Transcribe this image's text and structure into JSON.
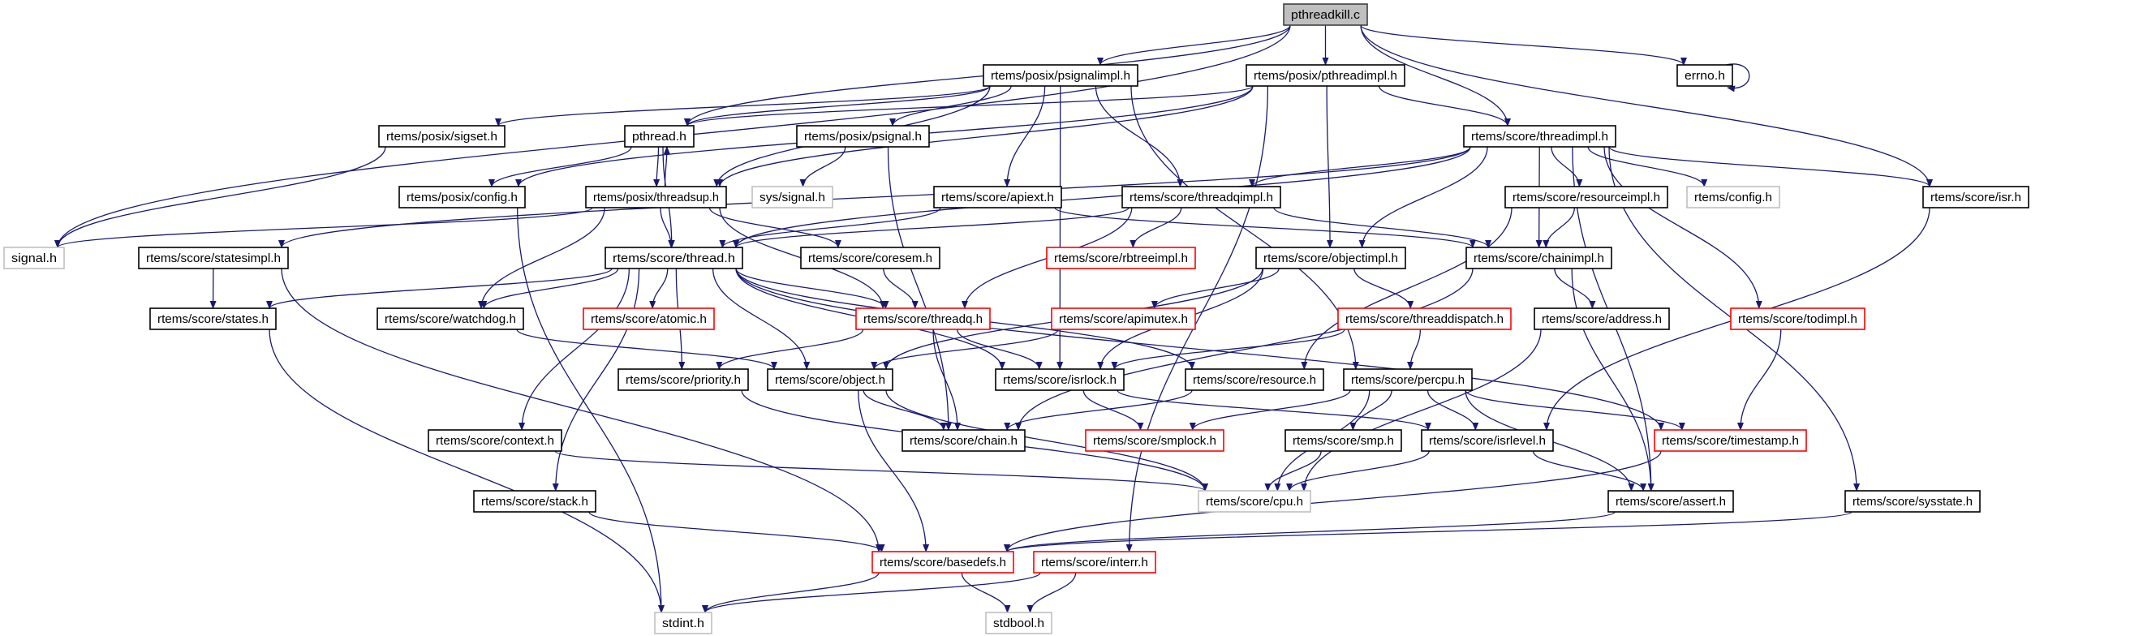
{
  "graph": {
    "edge_color": "#191970",
    "node_styles": {
      "root": {
        "fill": "#bfbfbf",
        "stroke": "#404040"
      },
      "normal": {
        "fill": "#ffffff",
        "stroke": "#000000"
      },
      "red": {
        "fill": "#ffffff",
        "stroke": "#ff0000"
      },
      "gray": {
        "fill": "#ffffff",
        "stroke": "#bfbfbf"
      }
    },
    "nodes": [
      {
        "id": "pthreadkill",
        "label": "pthreadkill.c",
        "style": "root"
      },
      {
        "id": "psignalimpl",
        "label": "rtems/posix/psignalimpl.h",
        "style": "normal"
      },
      {
        "id": "pthreadimpl",
        "label": "rtems/posix/pthreadimpl.h",
        "style": "normal"
      },
      {
        "id": "errno",
        "label": "errno.h",
        "style": "normal"
      },
      {
        "id": "sigset",
        "label": "rtems/posix/sigset.h",
        "style": "normal"
      },
      {
        "id": "pthread",
        "label": "pthread.h",
        "style": "normal"
      },
      {
        "id": "psignal",
        "label": "rtems/posix/psignal.h",
        "style": "normal"
      },
      {
        "id": "threadimpl",
        "label": "rtems/score/threadimpl.h",
        "style": "normal"
      },
      {
        "id": "pconfig",
        "label": "rtems/posix/config.h",
        "style": "normal"
      },
      {
        "id": "threadsup",
        "label": "rtems/posix/threadsup.h",
        "style": "normal"
      },
      {
        "id": "syssignal",
        "label": "sys/signal.h",
        "style": "gray"
      },
      {
        "id": "apiext",
        "label": "rtems/score/apiext.h",
        "style": "normal"
      },
      {
        "id": "threadqimpl",
        "label": "rtems/score/threadqimpl.h",
        "style": "normal"
      },
      {
        "id": "resourceimpl",
        "label": "rtems/score/resourceimpl.h",
        "style": "normal"
      },
      {
        "id": "rconfig",
        "label": "rtems/config.h",
        "style": "gray"
      },
      {
        "id": "isr",
        "label": "rtems/score/isr.h",
        "style": "normal"
      },
      {
        "id": "signal",
        "label": "signal.h",
        "style": "gray"
      },
      {
        "id": "statesimpl",
        "label": "rtems/score/statesimpl.h",
        "style": "normal"
      },
      {
        "id": "thread",
        "label": "rtems/score/thread.h",
        "style": "normal"
      },
      {
        "id": "coresem",
        "label": "rtems/score/coresem.h",
        "style": "normal"
      },
      {
        "id": "rbtreeimpl",
        "label": "rtems/score/rbtreeimpl.h",
        "style": "red"
      },
      {
        "id": "objectimpl",
        "label": "rtems/score/objectimpl.h",
        "style": "normal"
      },
      {
        "id": "chainimpl",
        "label": "rtems/score/chainimpl.h",
        "style": "normal"
      },
      {
        "id": "states",
        "label": "rtems/score/states.h",
        "style": "normal"
      },
      {
        "id": "watchdog",
        "label": "rtems/score/watchdog.h",
        "style": "normal"
      },
      {
        "id": "atomic",
        "label": "rtems/score/atomic.h",
        "style": "red"
      },
      {
        "id": "threadq",
        "label": "rtems/score/threadq.h",
        "style": "red"
      },
      {
        "id": "apimutex",
        "label": "rtems/score/apimutex.h",
        "style": "red"
      },
      {
        "id": "threaddispatch",
        "label": "rtems/score/threaddispatch.h",
        "style": "red"
      },
      {
        "id": "address",
        "label": "rtems/score/address.h",
        "style": "normal"
      },
      {
        "id": "todimpl",
        "label": "rtems/score/todimpl.h",
        "style": "red"
      },
      {
        "id": "priority",
        "label": "rtems/score/priority.h",
        "style": "normal"
      },
      {
        "id": "object",
        "label": "rtems/score/object.h",
        "style": "normal"
      },
      {
        "id": "isrlock",
        "label": "rtems/score/isrlock.h",
        "style": "normal"
      },
      {
        "id": "resource",
        "label": "rtems/score/resource.h",
        "style": "normal"
      },
      {
        "id": "percpu",
        "label": "rtems/score/percpu.h",
        "style": "normal"
      },
      {
        "id": "context",
        "label": "rtems/score/context.h",
        "style": "normal"
      },
      {
        "id": "chain",
        "label": "rtems/score/chain.h",
        "style": "normal"
      },
      {
        "id": "smplock",
        "label": "rtems/score/smplock.h",
        "style": "red"
      },
      {
        "id": "smp",
        "label": "rtems/score/smp.h",
        "style": "normal"
      },
      {
        "id": "isrlevel",
        "label": "rtems/score/isrlevel.h",
        "style": "normal"
      },
      {
        "id": "timestamp",
        "label": "rtems/score/timestamp.h",
        "style": "red"
      },
      {
        "id": "stack",
        "label": "rtems/score/stack.h",
        "style": "normal"
      },
      {
        "id": "cpu",
        "label": "rtems/score/cpu.h",
        "style": "gray"
      },
      {
        "id": "assert",
        "label": "rtems/score/assert.h",
        "style": "normal"
      },
      {
        "id": "sysstate",
        "label": "rtems/score/sysstate.h",
        "style": "normal"
      },
      {
        "id": "basedefs",
        "label": "rtems/score/basedefs.h",
        "style": "red"
      },
      {
        "id": "interr",
        "label": "rtems/score/interr.h",
        "style": "red"
      },
      {
        "id": "stdint",
        "label": "stdint.h",
        "style": "gray"
      },
      {
        "id": "stdbool",
        "label": "stdbool.h",
        "style": "gray"
      }
    ],
    "edges": [
      [
        "pthreadkill",
        "signal"
      ],
      [
        "pthreadkill",
        "pthread"
      ],
      [
        "pthreadkill",
        "psignalimpl"
      ],
      [
        "pthreadkill",
        "pthreadimpl"
      ],
      [
        "pthreadkill",
        "errno"
      ],
      [
        "pthreadkill",
        "threadimpl"
      ],
      [
        "pthreadkill",
        "isr"
      ],
      [
        "psignalimpl",
        "sigset"
      ],
      [
        "psignalimpl",
        "pthread"
      ],
      [
        "psignalimpl",
        "psignal"
      ],
      [
        "psignalimpl",
        "apiext"
      ],
      [
        "psignalimpl",
        "threadqimpl"
      ],
      [
        "psignalimpl",
        "threadsup"
      ],
      [
        "psignalimpl",
        "isrlock"
      ],
      [
        "psignalimpl",
        "percpu"
      ],
      [
        "pthreadimpl",
        "pthread"
      ],
      [
        "pthreadimpl",
        "pconfig"
      ],
      [
        "pthreadimpl",
        "threadsup"
      ],
      [
        "pthreadimpl",
        "objectimpl"
      ],
      [
        "pthreadimpl",
        "threadimpl"
      ],
      [
        "pthreadimpl",
        "interr"
      ],
      [
        "errno",
        "errno"
      ],
      [
        "sigset",
        "signal"
      ],
      [
        "pthread",
        "pconfig"
      ],
      [
        "pthread",
        "threadsup"
      ],
      [
        "pthread",
        "thread"
      ],
      [
        "threadsup",
        "pthread"
      ],
      [
        "threadsup",
        "signal"
      ],
      [
        "threadsup",
        "thread"
      ],
      [
        "threadsup",
        "threadq"
      ],
      [
        "threadsup",
        "watchdog"
      ],
      [
        "threadsup",
        "coresem"
      ],
      [
        "pconfig",
        "stdint"
      ],
      [
        "psignal",
        "syssignal"
      ],
      [
        "psignal",
        "chain"
      ],
      [
        "threadimpl",
        "statesimpl"
      ],
      [
        "threadimpl",
        "thread"
      ],
      [
        "threadimpl",
        "threadqimpl"
      ],
      [
        "threadimpl",
        "objectimpl"
      ],
      [
        "threadimpl",
        "chainimpl"
      ],
      [
        "threadimpl",
        "resourceimpl"
      ],
      [
        "threadimpl",
        "rconfig"
      ],
      [
        "threadimpl",
        "isr"
      ],
      [
        "threadimpl",
        "todimpl"
      ],
      [
        "threadimpl",
        "assert"
      ],
      [
        "threadimpl",
        "sysstate"
      ],
      [
        "apiext",
        "thread"
      ],
      [
        "apiext",
        "chainimpl"
      ],
      [
        "threadqimpl",
        "thread"
      ],
      [
        "threadqimpl",
        "threadq"
      ],
      [
        "threadqimpl",
        "rbtreeimpl"
      ],
      [
        "threadqimpl",
        "chainimpl"
      ],
      [
        "resourceimpl",
        "chainimpl"
      ],
      [
        "resourceimpl",
        "resource"
      ],
      [
        "isr",
        "isrlevel"
      ],
      [
        "statesimpl",
        "states"
      ],
      [
        "statesimpl",
        "basedefs"
      ],
      [
        "thread",
        "states"
      ],
      [
        "thread",
        "watchdog"
      ],
      [
        "thread",
        "atomic"
      ],
      [
        "thread",
        "threadq"
      ],
      [
        "thread",
        "priority"
      ],
      [
        "thread",
        "object"
      ],
      [
        "thread",
        "isrlock"
      ],
      [
        "thread",
        "resource"
      ],
      [
        "thread",
        "context"
      ],
      [
        "thread",
        "stack"
      ],
      [
        "thread",
        "timestamp"
      ],
      [
        "coresem",
        "threadq"
      ],
      [
        "objectimpl",
        "apimutex"
      ],
      [
        "objectimpl",
        "threaddispatch"
      ],
      [
        "objectimpl",
        "object"
      ],
      [
        "objectimpl",
        "isrlock"
      ],
      [
        "chainimpl",
        "chain"
      ],
      [
        "chainimpl",
        "address"
      ],
      [
        "chainimpl",
        "assert"
      ],
      [
        "states",
        "stdint"
      ],
      [
        "watchdog",
        "object"
      ],
      [
        "threadq",
        "priority"
      ],
      [
        "threadq",
        "chain"
      ],
      [
        "threadq",
        "isrlock"
      ],
      [
        "apimutex",
        "object"
      ],
      [
        "threaddispatch",
        "percpu"
      ],
      [
        "threaddispatch",
        "isrlock"
      ],
      [
        "address",
        "cpu"
      ],
      [
        "todimpl",
        "timestamp"
      ],
      [
        "priority",
        "cpu"
      ],
      [
        "object",
        "chain"
      ],
      [
        "object",
        "basedefs"
      ],
      [
        "object",
        "cpu"
      ],
      [
        "isrlock",
        "smplock"
      ],
      [
        "isrlock",
        "isrlevel"
      ],
      [
        "resource",
        "chain"
      ],
      [
        "percpu",
        "smplock"
      ],
      [
        "percpu",
        "smp"
      ],
      [
        "percpu",
        "isrlevel"
      ],
      [
        "percpu",
        "cpu"
      ],
      [
        "percpu",
        "timestamp"
      ],
      [
        "percpu",
        "assert"
      ],
      [
        "context",
        "cpu"
      ],
      [
        "smp",
        "cpu"
      ],
      [
        "isrlevel",
        "cpu"
      ],
      [
        "isrlevel",
        "assert"
      ],
      [
        "timestamp",
        "basedefs"
      ],
      [
        "stack",
        "basedefs"
      ],
      [
        "assert",
        "basedefs"
      ],
      [
        "sysstate",
        "basedefs"
      ],
      [
        "basedefs",
        "stdint"
      ],
      [
        "basedefs",
        "stdbool"
      ],
      [
        "interr",
        "stdint"
      ],
      [
        "interr",
        "stdbool"
      ]
    ]
  }
}
